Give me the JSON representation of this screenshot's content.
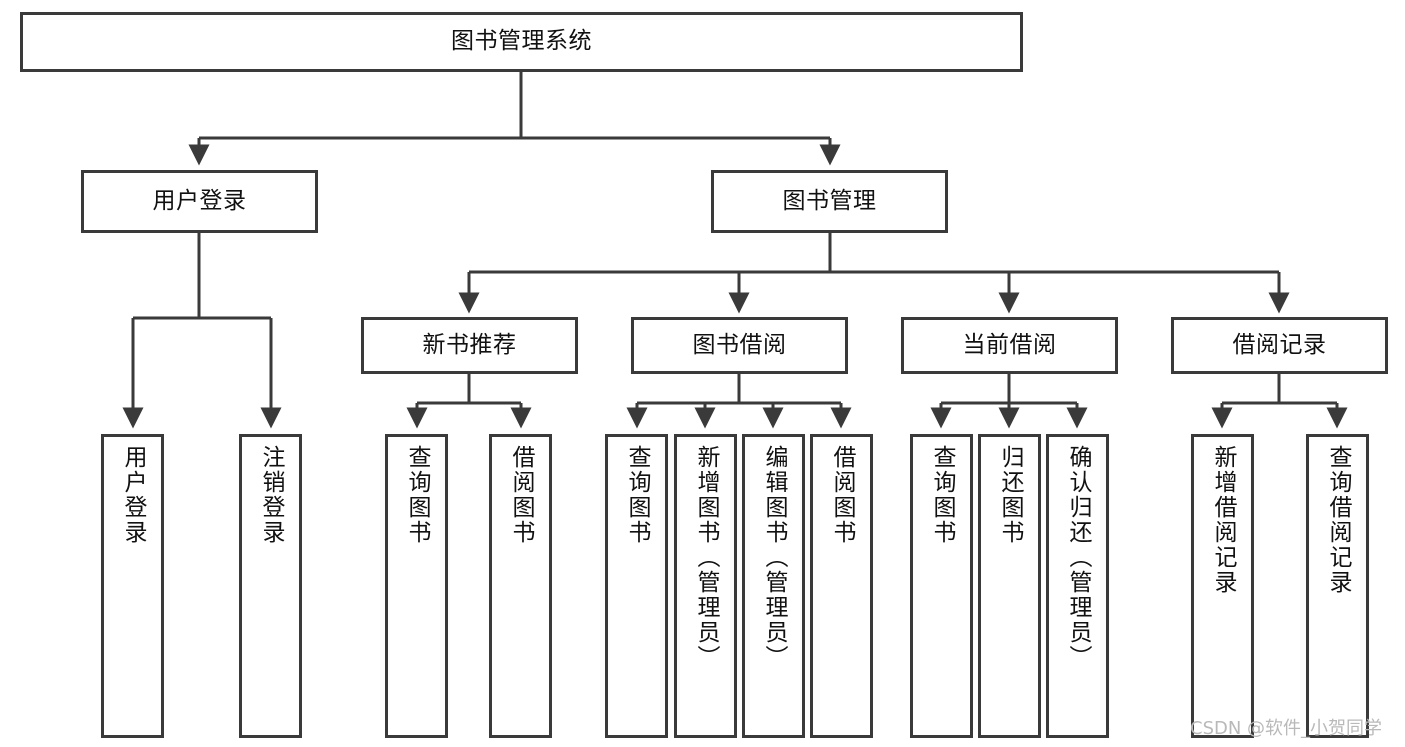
{
  "diagram": {
    "title": "图书管理系统",
    "type": "hierarchy-tree",
    "watermark": "CSDN @软件_小贺同学",
    "colors": {
      "box_border": "#3a3a3a",
      "box_fill": "#ffffff",
      "edge": "#3a3a3a",
      "text": "#111111",
      "watermark": "#b9b9b9",
      "background": "#ffffff"
    },
    "levels": {
      "root": {
        "label": "图书管理系统"
      },
      "level1": [
        {
          "label": "用户登录"
        },
        {
          "label": "图书管理"
        }
      ],
      "level2": [
        {
          "label": "新书推荐"
        },
        {
          "label": "图书借阅"
        },
        {
          "label": "当前借阅"
        },
        {
          "label": "借阅记录"
        }
      ],
      "leaves": [
        {
          "label": "用户登录",
          "parent": "用户登录"
        },
        {
          "label": "注销登录",
          "parent": "用户登录"
        },
        {
          "label": "查询图书",
          "parent": "新书推荐"
        },
        {
          "label": "借阅图书",
          "parent": "新书推荐"
        },
        {
          "label": "查询图书",
          "parent": "图书借阅"
        },
        {
          "label": "新增图书（管理员）",
          "parent": "图书借阅"
        },
        {
          "label": "编辑图书（管理员）",
          "parent": "图书借阅"
        },
        {
          "label": "借阅图书",
          "parent": "图书借阅"
        },
        {
          "label": "查询图书",
          "parent": "当前借阅"
        },
        {
          "label": "归还图书",
          "parent": "当前借阅"
        },
        {
          "label": "确认归还（管理员）",
          "parent": "当前借阅"
        },
        {
          "label": "新增借阅记录",
          "parent": "借阅记录"
        },
        {
          "label": "查询借阅记录",
          "parent": "借阅记录"
        }
      ]
    }
  }
}
